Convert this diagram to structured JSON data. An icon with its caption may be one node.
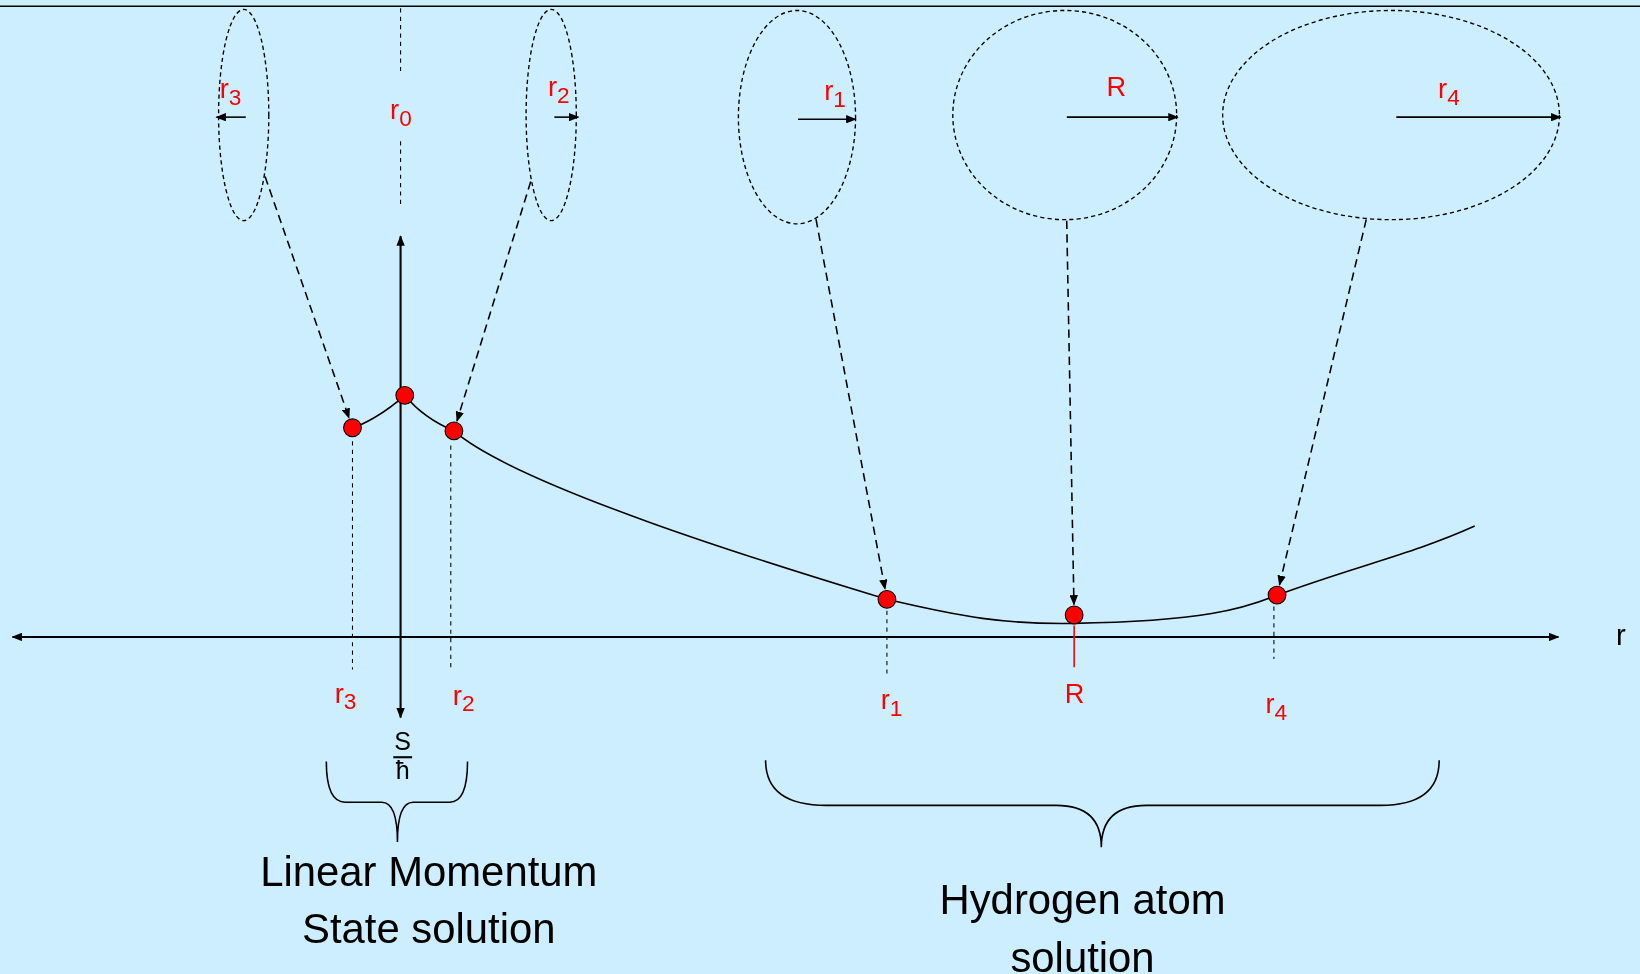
{
  "diagram": {
    "nodes": [
      {
        "text": [
          "r$_{3}$"
        ]
      },
      {
        "text": [
          "r$_{2}$"
        ]
      },
      {
        "text": [
          "r$_{1}$"
        ]
      },
      {
        "text": [
          "R"
        ]
      },
      {
        "text": [
          "r$_{4}$"
        ]
      },
      {
        "text": [],
        "shape": "circle"
      },
      {
        "text": [],
        "shape": "circle"
      },
      {
        "text": [],
        "shape": "circle"
      },
      {
        "text": [],
        "shape": "circle"
      },
      {
        "text": [],
        "shape": "circle"
      },
      {
        "text": [],
        "shape": "circle"
      }
    ],
    "edges": [
      {
        "from": 0,
        "to": 5,
        "arrow": "to",
        "style": "dashed"
      },
      {
        "from": 1,
        "to": 7,
        "arrow": "to",
        "style": "dashed"
      },
      {
        "from": 2,
        "to": 8,
        "arrow": "to",
        "style": "dashed"
      },
      {
        "from": 3,
        "to": 9,
        "arrow": "to",
        "style": "dashed"
      },
      {
        "from": 4,
        "to": 10,
        "arrow": "to",
        "style": "dashed"
      }
    ],
    "labels": [
      "r$_{0}$",
      "r",
      "r$_{3}$",
      "r$_{2}$",
      "r$_{1}$",
      "R",
      "r$_{4}$",
      "S ħ",
      "Linear Momentum State  solution",
      "Hydrogen atom solution"
    ]
  }
}
